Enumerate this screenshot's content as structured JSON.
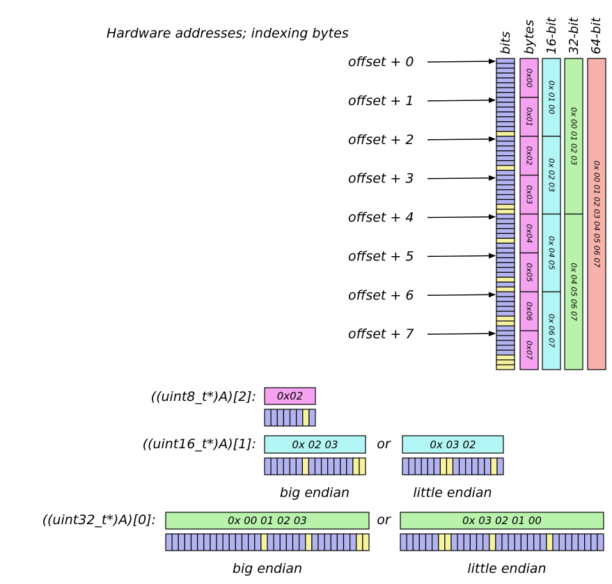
{
  "title": "Hardware addresses; indexing bytes",
  "column_headers": [
    "bits",
    "bytes",
    "16-bit",
    "32-bit",
    "64-bit"
  ],
  "offsets": [
    "offset + 0",
    "offset + 1",
    "offset + 2",
    "offset + 3",
    "offset + 4",
    "offset + 5",
    "offset + 6",
    "offset + 7"
  ],
  "bytes_col": [
    "0x00",
    "0x01",
    "0x02",
    "0x03",
    "0x04",
    "0x05",
    "0x06",
    "0x07"
  ],
  "bits_per_byte": [
    [
      0,
      0,
      0,
      0,
      0,
      0,
      0,
      0
    ],
    [
      0,
      0,
      0,
      0,
      0,
      0,
      0,
      1
    ],
    [
      0,
      0,
      0,
      0,
      0,
      0,
      1,
      0
    ],
    [
      0,
      0,
      0,
      0,
      0,
      0,
      1,
      1
    ],
    [
      0,
      0,
      0,
      0,
      0,
      1,
      0,
      0
    ],
    [
      0,
      0,
      0,
      0,
      0,
      1,
      0,
      1
    ],
    [
      0,
      0,
      0,
      0,
      0,
      1,
      1,
      0
    ],
    [
      0,
      0,
      0,
      0,
      0,
      1,
      1,
      1
    ]
  ],
  "col16": [
    "0x 01 00",
    "0x 02 03",
    "0x 04 05",
    "0x 06 07"
  ],
  "col32": [
    "0x 00 01 02 03",
    "0x 04 05 06 07"
  ],
  "col64": [
    "0x 00 01 02 03 04 05 06 07"
  ],
  "examples": {
    "u8": {
      "expr": "((uint8_t*)A)[2]:",
      "value": "0x02",
      "bits": [
        0,
        0,
        0,
        0,
        0,
        0,
        1,
        0
      ]
    },
    "u16": {
      "expr": "((uint16_t*)A)[1]:",
      "big_value": "0x 02 03",
      "little_value": "0x 03 02",
      "or": "or",
      "big_caption": "big endian",
      "little_caption": "little endian",
      "big_bits": [
        0,
        0,
        0,
        0,
        0,
        0,
        1,
        0,
        0,
        0,
        0,
        0,
        0,
        0,
        1,
        1
      ],
      "little_bits": [
        0,
        0,
        0,
        0,
        0,
        0,
        1,
        1,
        0,
        0,
        0,
        0,
        0,
        0,
        1,
        0
      ]
    },
    "u32": {
      "expr": "((uint32_t*)A)[0]:",
      "big_value": "0x 00 01 02 03",
      "little_value": "0x 03 02 01 00",
      "or": "or",
      "big_caption": "big endian",
      "little_caption": "little endian",
      "big_bits": [
        0,
        0,
        0,
        0,
        0,
        0,
        0,
        0,
        0,
        0,
        0,
        0,
        0,
        0,
        0,
        1,
        0,
        0,
        0,
        0,
        0,
        0,
        1,
        0,
        0,
        0,
        0,
        0,
        0,
        0,
        1,
        1
      ],
      "little_bits": [
        0,
        0,
        0,
        0,
        0,
        0,
        1,
        1,
        0,
        0,
        0,
        0,
        0,
        0,
        1,
        0,
        0,
        0,
        0,
        0,
        0,
        0,
        0,
        1,
        0,
        0,
        0,
        0,
        0,
        0,
        0,
        0
      ]
    }
  },
  "colors": {
    "bit0": "#b3b3f0",
    "bit1": "#f7f2a0",
    "byte": "#f5a3f0",
    "w16": "#b2f5f5",
    "w32": "#b8f2ab",
    "w64": "#f7b2ac",
    "stroke": "#000000"
  }
}
